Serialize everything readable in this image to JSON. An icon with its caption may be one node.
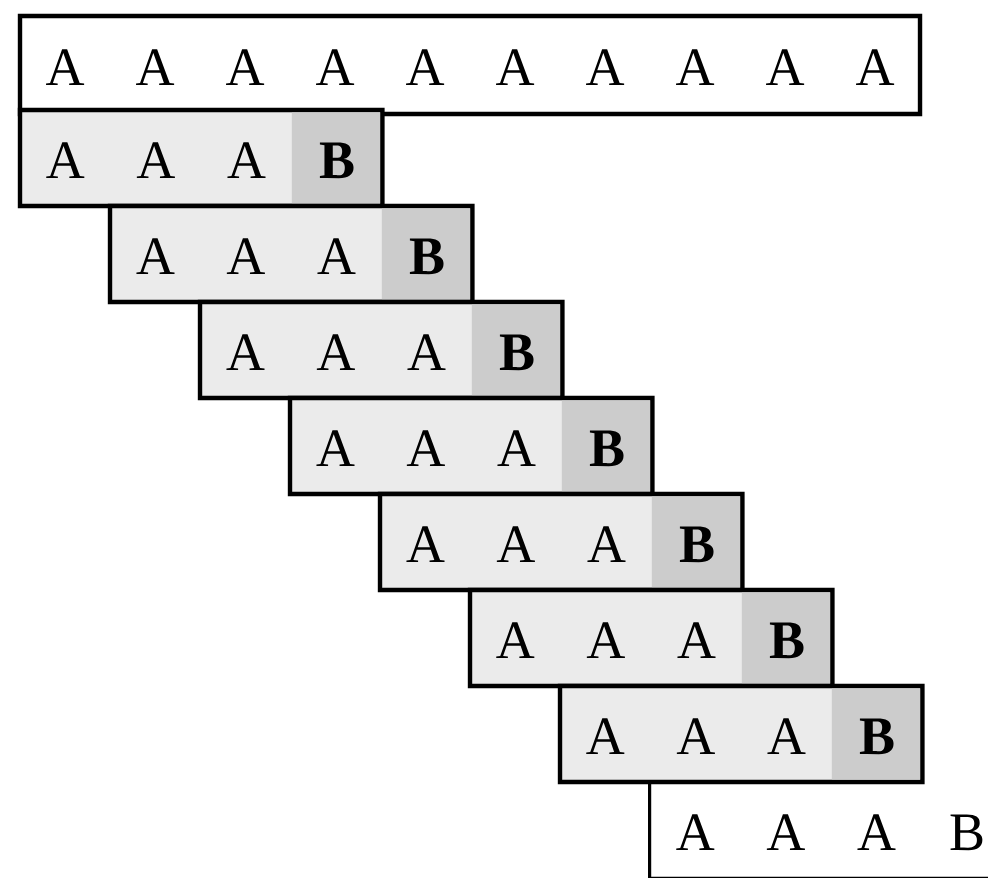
{
  "diagram": {
    "nodes": [
      {
        "text": [
          "A",
          "A",
          "A",
          "A",
          "A",
          "A",
          "A",
          "A",
          "A",
          "A"
        ]
      },
      {
        "text": [
          "A",
          "A",
          "A",
          "B"
        ]
      },
      {
        "text": [
          "A",
          "A",
          "A",
          "B"
        ]
      },
      {
        "text": [
          "A",
          "A",
          "A",
          "B"
        ]
      },
      {
        "text": [
          "A",
          "A",
          "A",
          "B"
        ]
      },
      {
        "text": [
          "A",
          "A",
          "A",
          "B"
        ]
      },
      {
        "text": [
          "A",
          "A",
          "A",
          "B"
        ]
      },
      {
        "text": [
          "A",
          "A",
          "A",
          "B"
        ]
      },
      {
        "text": [
          "A",
          "A",
          "A",
          "B"
        ]
      }
    ]
  }
}
